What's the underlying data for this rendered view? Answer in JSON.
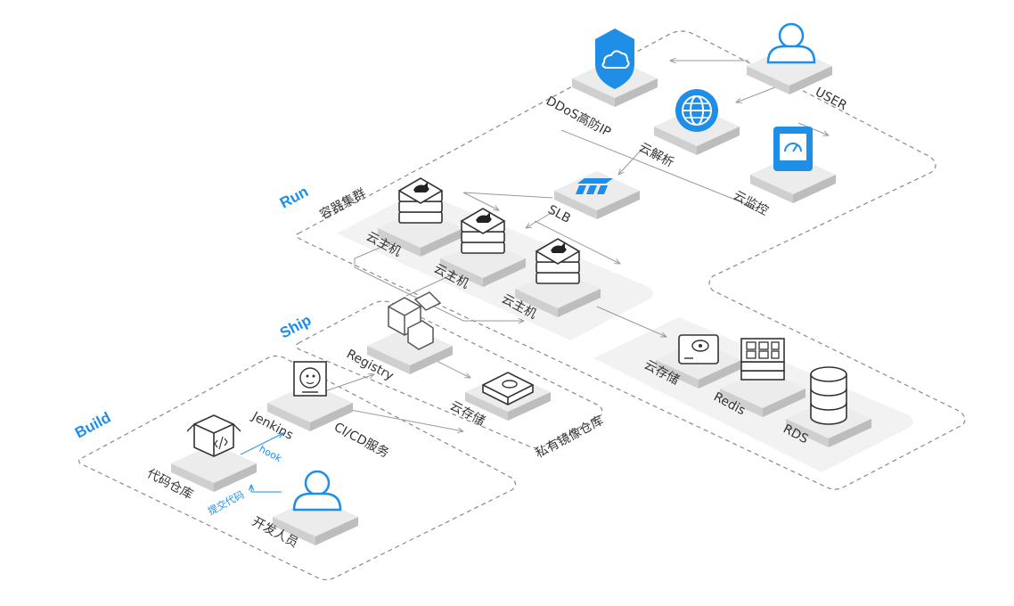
{
  "colors": {
    "accent": "#1e8ee6",
    "zone_label": "#1e8ee6",
    "line": "#9a9a9a",
    "dashed_border": "#8a8a8a",
    "text": "#333333",
    "panel": "#f2f2f2"
  },
  "zones": {
    "build": "Build",
    "ship": "Ship",
    "run": "Run"
  },
  "nodes": {
    "ddos": {
      "label": "DDoS高防IP",
      "icon": "shield-cloud-icon"
    },
    "user": {
      "label": "USER",
      "icon": "user-icon"
    },
    "dns": {
      "label": "云解析",
      "icon": "globe-icon"
    },
    "monitor": {
      "label": "云监控",
      "icon": "monitor-gauge-icon"
    },
    "slb": {
      "label": "SLB",
      "icon": "load-balancer-icon"
    },
    "container_cluster": {
      "label": "容器集群"
    },
    "host1": {
      "label": "云主机",
      "icon": "docker-server-icon"
    },
    "host2": {
      "label": "云主机",
      "icon": "docker-server-icon"
    },
    "host3": {
      "label": "云主机",
      "icon": "docker-server-icon"
    },
    "registry": {
      "label": "Registry",
      "icon": "cubes-icon"
    },
    "ship_storage": {
      "label": "云存储",
      "icon": "disk-icon"
    },
    "private_registry": {
      "label": "私有镜像仓库"
    },
    "jenkins": {
      "label": "Jenkins",
      "icon": "jenkins-icon"
    },
    "cicd": {
      "label": "CI/CD服务"
    },
    "code_repo": {
      "label": "代码仓库",
      "icon": "code-box-icon"
    },
    "developer": {
      "label": "开发人员",
      "icon": "user-icon"
    },
    "run_storage": {
      "label": "云存储",
      "icon": "disk-icon"
    },
    "redis": {
      "label": "Redis",
      "icon": "redis-stack-icon"
    },
    "rds": {
      "label": "RDS",
      "icon": "database-icon"
    }
  },
  "edges": {
    "hook": "hook",
    "commit": "提交代码"
  }
}
